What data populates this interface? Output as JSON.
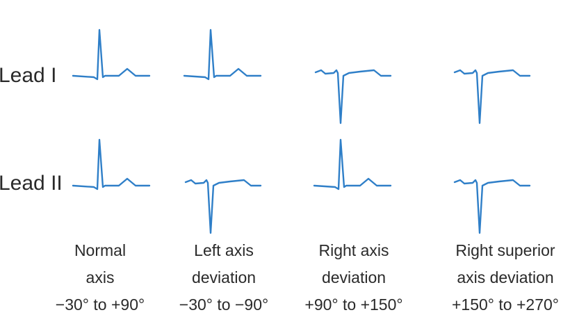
{
  "leads": [
    {
      "name": "Lead I"
    },
    {
      "name": "Lead II"
    }
  ],
  "columns": [
    {
      "name": "Normal\naxis",
      "range": "−30° to +90°",
      "lead_i": "positive",
      "lead_ii": "positive"
    },
    {
      "name": "Left axis\ndeviation",
      "range": "−30° to −90°",
      "lead_i": "positive",
      "lead_ii": "negative"
    },
    {
      "name": "Right axis\ndeviation",
      "range": "+90° to +150°",
      "lead_i": "negative",
      "lead_ii": "positive"
    },
    {
      "name": "Right superior\naxis deviation",
      "range": "+150° to +270°",
      "lead_i": "negative",
      "lead_ii": "negative"
    }
  ],
  "colors": {
    "trace": "#2f7fc8",
    "text": "#2a2a2a"
  }
}
